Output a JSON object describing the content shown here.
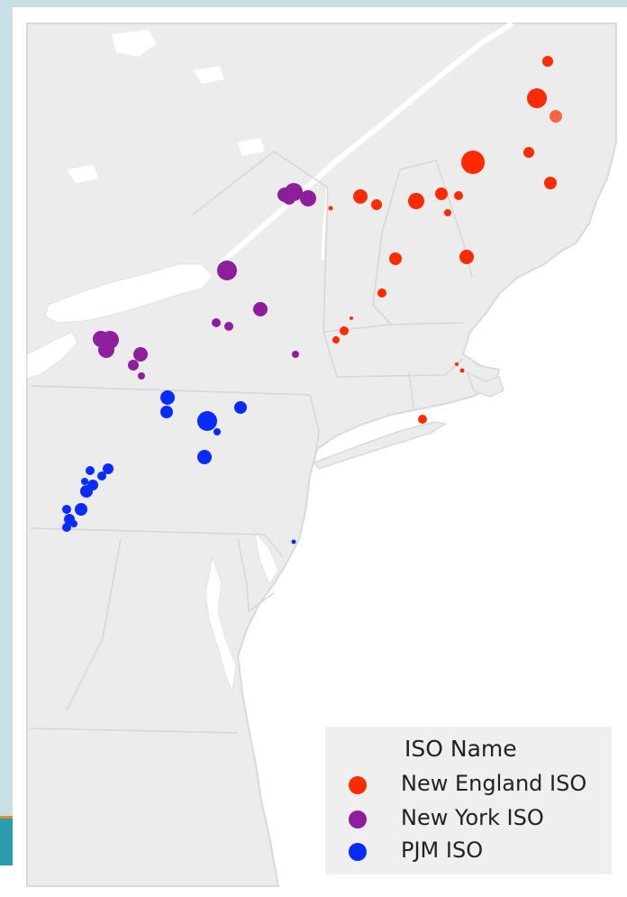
{
  "legend": {
    "title": "ISO Name",
    "items": [
      {
        "label": "New England ISO",
        "color": "#ff2a00"
      },
      {
        "label": "New York ISO",
        "color": "#8e1e9b"
      },
      {
        "label": "PJM ISO",
        "color": "#0a2bff"
      }
    ]
  },
  "colors": {
    "land": "#ececec",
    "water": "#ffffff",
    "border": "#d9d9d9",
    "frame": "#c9dfe6"
  }
}
